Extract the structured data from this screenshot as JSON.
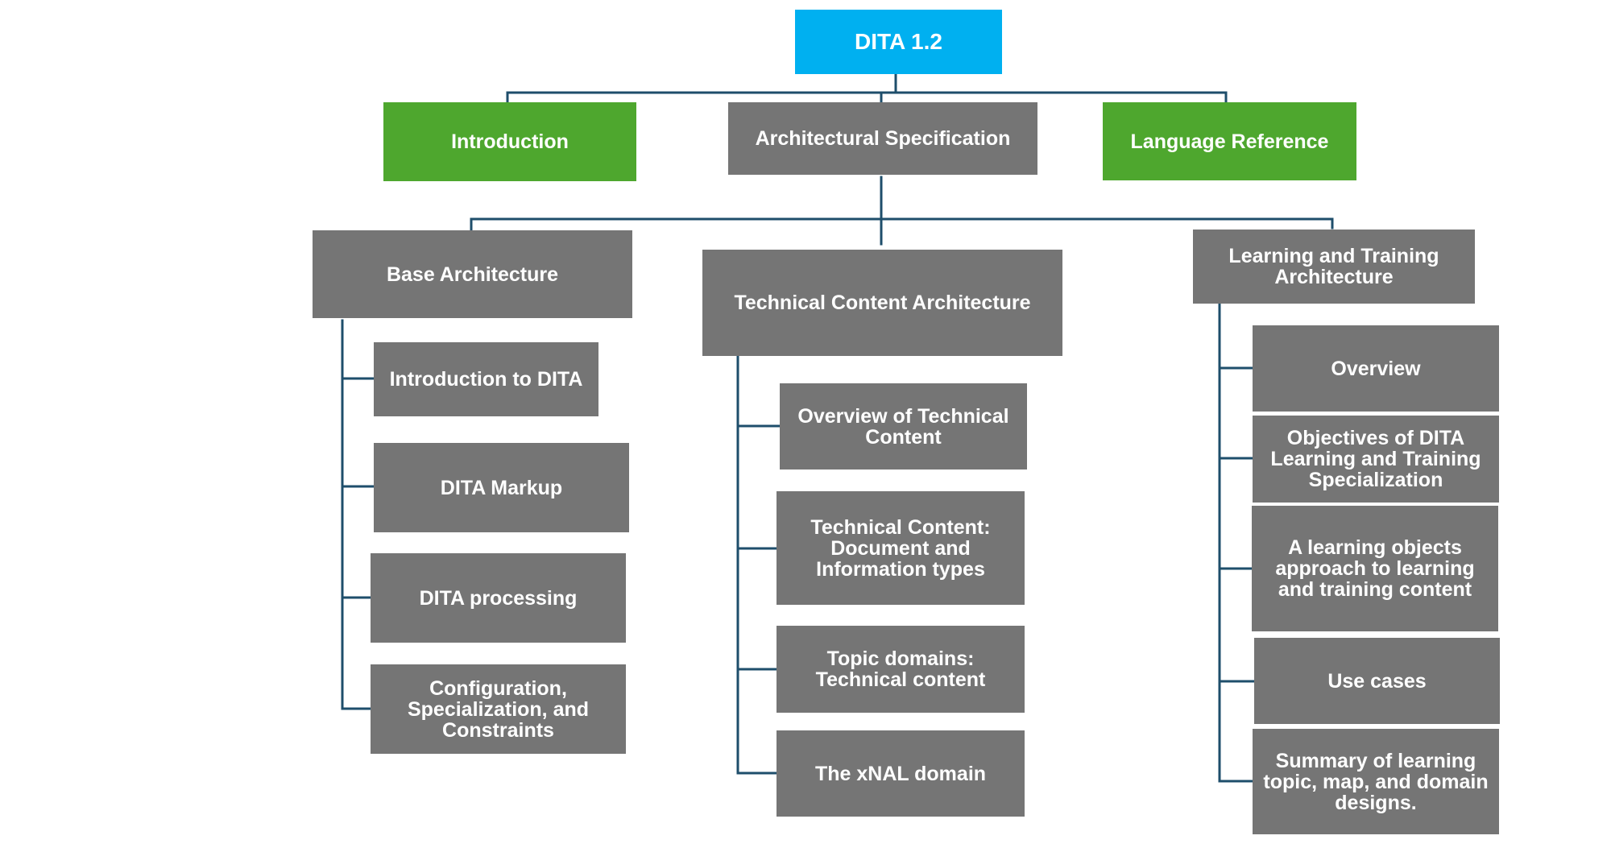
{
  "colors": {
    "root": "#00b0f0",
    "green": "#4ea72e",
    "gray": "#757575",
    "connector": "#1e4e6b",
    "text": "#ffffff"
  },
  "root": {
    "label": "DITA 1.2"
  },
  "level1": {
    "introduction": "Introduction",
    "architectural_specification": "Architectural Specification",
    "language_reference": "Language Reference"
  },
  "level2": {
    "base_architecture": "Base Architecture",
    "technical_content_architecture": "Technical Content Architecture",
    "learning_training_architecture": "Learning and Training Architecture"
  },
  "base_children": [
    "Introduction to DITA",
    "DITA Markup",
    "DITA processing",
    "Configuration, Specialization, and Constraints"
  ],
  "technical_children": [
    "Overview of Technical Content",
    "Technical Content: Document and Information types",
    "Topic domains: Technical content",
    "The xNAL domain"
  ],
  "learning_children": [
    "Overview",
    "Objectives of DITA Learning and Training Specialization",
    "A learning objects approach to learning and training content",
    "Use cases",
    "Summary of learning topic, map, and domain designs."
  ]
}
